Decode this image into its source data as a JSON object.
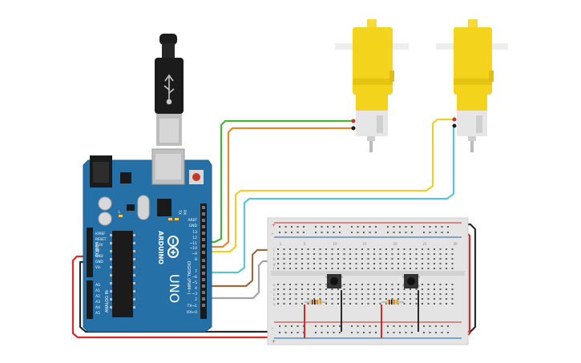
{
  "arduino": {
    "brand": "ARDUINO",
    "model": "UNO",
    "digital_header_label": "DIGITAL (PWM~)",
    "power_header_label": "POWER",
    "analog_header_label": "ANALOG IN",
    "tx_label": "TX",
    "rx_label": "RX",
    "l_label": "L",
    "digital_pins": [
      "AREF",
      "GND",
      "13",
      "12",
      "~11",
      "~10",
      "~9",
      "8",
      "7",
      "~6",
      "~5",
      "4",
      "~3",
      "2",
      "TX→1",
      "RX←0"
    ],
    "power_pins": [
      "IOREF",
      "RESET",
      "3.3V",
      "5V",
      "GND",
      "GND",
      "Vin"
    ],
    "analog_pins": [
      "A0",
      "A1",
      "A2",
      "A3",
      "A4",
      "A5"
    ]
  },
  "breadboard": {
    "col_numbers": [
      "1",
      "5",
      "10",
      "15",
      "20",
      "25",
      "30"
    ],
    "row_letters_top": [
      "j",
      "i",
      "h",
      "g",
      "f"
    ],
    "row_letters_bottom": [
      "e",
      "d",
      "c",
      "b",
      "a"
    ],
    "rail_plus": "+",
    "rail_minus": "-"
  },
  "colors": {
    "board": "#2670a8",
    "breadboard": "#e4e4e4",
    "motor_body": "#f4d31c",
    "wire_green": "#4caf3a",
    "wire_orange": "#e28a2c",
    "wire_yellow": "#f0cf2a",
    "wire_cyan": "#5cc4d2",
    "wire_brown": "#9a6a40",
    "wire_gray": "#9a9a9a",
    "wire_red": "#d42a2a",
    "wire_black": "#2a2a2a"
  }
}
